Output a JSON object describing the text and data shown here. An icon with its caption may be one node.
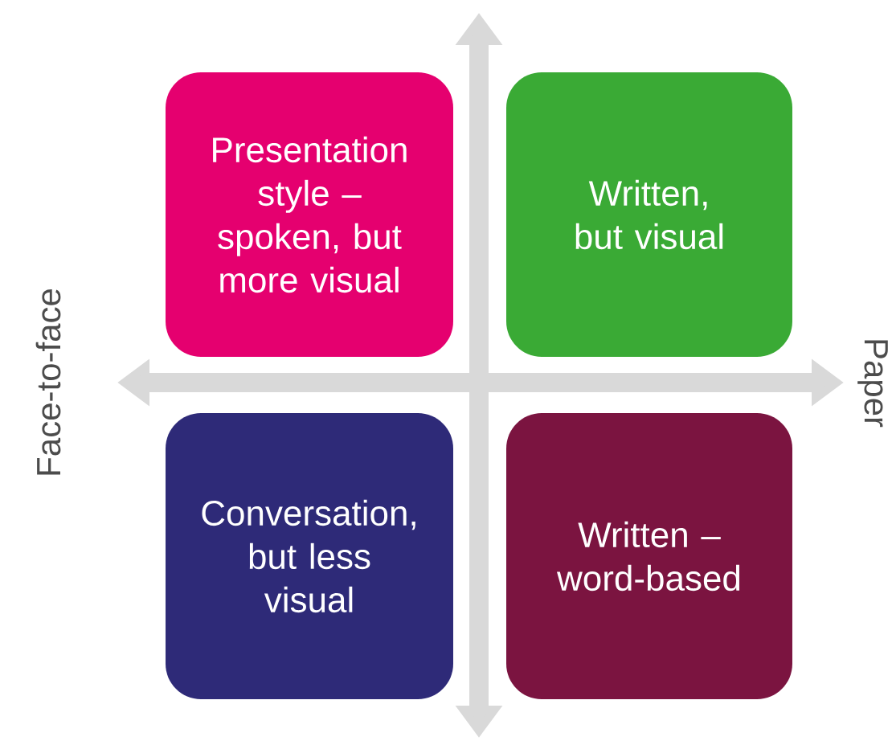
{
  "diagram": {
    "nodes": [
      {
        "text": [
          "Presentation style – spoken, but more visual"
        ]
      },
      {
        "text": [
          "Written, but visual"
        ]
      },
      {
        "text": [
          "Conversation, but less visual"
        ]
      },
      {
        "text": [
          "Written – word-based"
        ]
      }
    ],
    "labels": [
      "Face-to-face",
      "Paper"
    ]
  }
}
